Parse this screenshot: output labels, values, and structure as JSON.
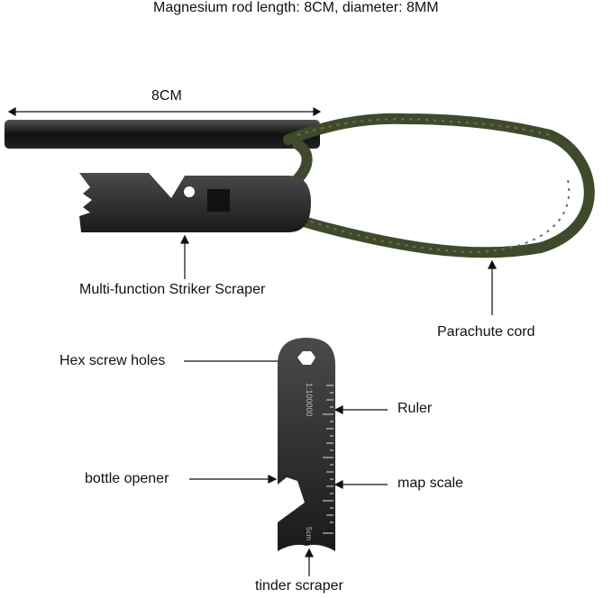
{
  "title": "Magnesium rod length: 8CM, diameter: 8MM",
  "labels": {
    "length": "8CM",
    "striker": "Multi-function Striker Scraper",
    "cord": "Parachute cord",
    "hex": "Hex screw holes",
    "ruler": "Ruler",
    "opener": "bottle opener",
    "map": "map scale",
    "tinder": "tinder scraper"
  },
  "engraving": {
    "scale": "1:100000",
    "unit": "5cm"
  },
  "colors": {
    "metal": "#1c1c1c",
    "cord": "#3f4a2c",
    "scraper": "#2a2a2a"
  }
}
